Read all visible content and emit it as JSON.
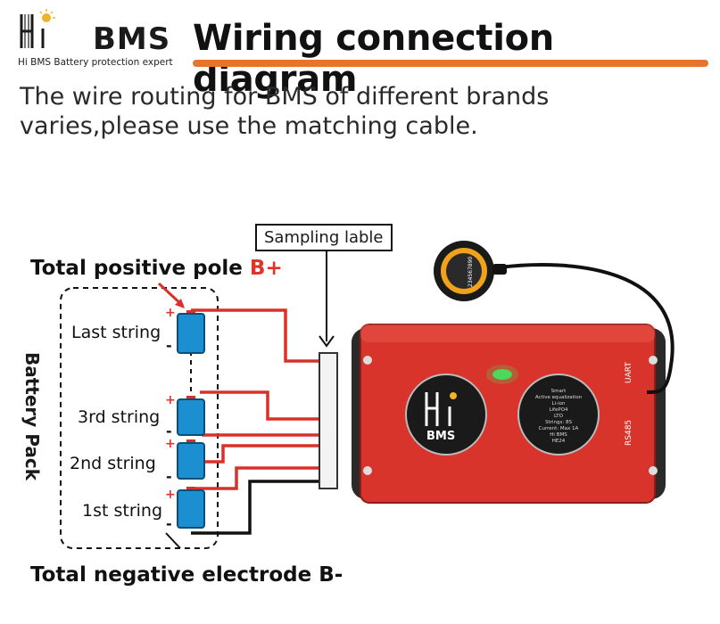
{
  "brand": {
    "logo_hi": "Hi",
    "logo_bms": "BMS",
    "tagline": "Hi BMS Battery protection expert"
  },
  "title": "Wiring connection diagram",
  "description": "The wire routing for BMS of different brands varies,please use the matching cable.",
  "labels": {
    "total_positive": "Total positive pole ",
    "total_positive_suffix": "B+",
    "total_negative": "Total negative electrode B-",
    "sampling": "Sampling lable",
    "battery_pack": "Battery Pack",
    "strings": [
      "Last string",
      "3rd string",
      "2nd  string",
      "1st string"
    ],
    "plus": "+",
    "minus": "-"
  },
  "device": {
    "left_badge": "BMS",
    "right_badge_lines": [
      "Smart",
      "Active equalization",
      "Li-ion",
      "LifePO4",
      "LTO",
      "Strings: 8S",
      "Current: Max 1A",
      "Hi BMS",
      "HE24"
    ],
    "port_uart": "UART",
    "port_rs485": "RS485",
    "dongle_text": "234567890"
  },
  "colors": {
    "accent_orange": "#e8742c",
    "wire_red": "#d9312a",
    "bms_red": "#d8342b",
    "cell_blue": "#1c8fd0",
    "led_green": "#4cd85a"
  }
}
